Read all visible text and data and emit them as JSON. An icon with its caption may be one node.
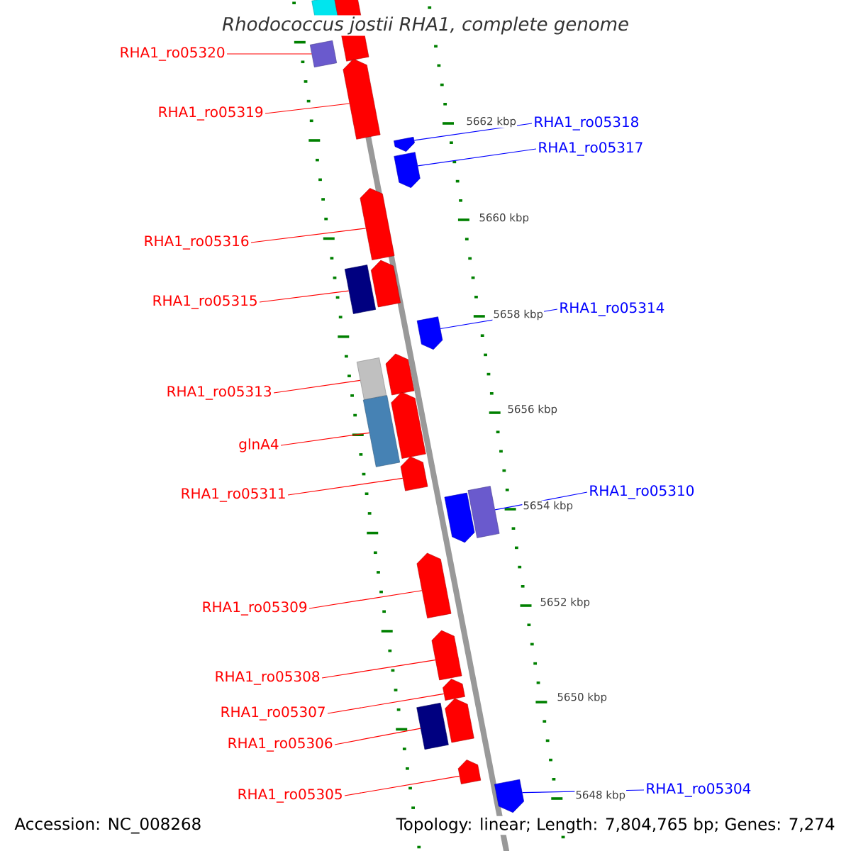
{
  "diagram": {
    "title": "Rhodococcus jostii RHA1, complete genome",
    "nodes": [
      {
        "text": [
          "RHA1_ro05320"
        ]
      },
      {
        "text": [
          "RHA1_ro05319"
        ]
      },
      {
        "text": [
          "RHA1_ro05316"
        ]
      },
      {
        "text": [
          "RHA1_ro05315"
        ]
      },
      {
        "text": [
          "RHA1_ro05313"
        ]
      },
      {
        "text": [
          "glnA4"
        ]
      },
      {
        "text": [
          "RHA1_ro05311"
        ]
      },
      {
        "text": [
          "RHA1_ro05309"
        ]
      },
      {
        "text": [
          "RHA1_ro05308"
        ]
      },
      {
        "text": [
          "RHA1_ro05307"
        ]
      },
      {
        "text": [
          "RHA1_ro05306"
        ]
      },
      {
        "text": [
          "RHA1_ro05305"
        ]
      },
      {
        "text": [
          "RHA1_ro05318"
        ]
      },
      {
        "text": [
          "RHA1_ro05317"
        ]
      },
      {
        "text": [
          "RHA1_ro05314"
        ]
      },
      {
        "text": [
          "RHA1_ro05310"
        ]
      },
      {
        "text": [
          "RHA1_ro05304"
        ]
      },
      {
        "text": [],
        "shape": "box"
      },
      {
        "text": [],
        "shape": "box"
      },
      {
        "text": [],
        "shape": "box"
      },
      {
        "text": [],
        "shape": "pentagon"
      },
      {
        "text": [],
        "shape": "pentagon"
      },
      {
        "text": [],
        "shape": "pentagon"
      },
      {
        "text": [],
        "shape": "pentagon"
      },
      {
        "text": [],
        "shape": "box"
      },
      {
        "text": [],
        "shape": "pentagon"
      },
      {
        "text": [],
        "shape": "pentagon"
      },
      {
        "text": [],
        "shape": "box"
      },
      {
        "text": [],
        "shape": "pentagon"
      },
      {
        "text": [],
        "shape": "box"
      },
      {
        "text": [],
        "shape": "pentagon"
      },
      {
        "text": [],
        "shape": "pentagon"
      },
      {
        "text": [],
        "shape": "pentagon"
      },
      {
        "text": [],
        "shape": "box"
      },
      {
        "text": [],
        "shape": "pentagon"
      },
      {
        "text": [],
        "shape": "pentagon"
      },
      {
        "text": [],
        "shape": "pentagon"
      },
      {
        "text": [],
        "shape": "box"
      },
      {
        "text": [],
        "shape": "pentagon"
      },
      {
        "text": [],
        "shape": "pentagon"
      },
      {
        "text": [],
        "shape": "pentagon"
      }
    ],
    "edges": [
      {
        "from": 0,
        "to": 19,
        "arrow": "none"
      },
      {
        "from": 1,
        "to": 20,
        "arrow": "none"
      },
      {
        "from": 2,
        "to": 23,
        "arrow": "none"
      },
      {
        "from": 3,
        "to": 24,
        "arrow": "none"
      },
      {
        "from": 4,
        "to": 27,
        "arrow": "none"
      },
      {
        "from": 5,
        "to": 29,
        "arrow": "none"
      },
      {
        "from": 6,
        "to": 31,
        "arrow": "none"
      },
      {
        "from": 7,
        "to": 34,
        "arrow": "none"
      },
      {
        "from": 8,
        "to": 35,
        "arrow": "none"
      },
      {
        "from": 9,
        "to": 36,
        "arrow": "none"
      },
      {
        "from": 10,
        "to": 37,
        "arrow": "none"
      },
      {
        "from": 11,
        "to": 39,
        "arrow": "none"
      },
      {
        "from": 12,
        "to": 21,
        "arrow": "none",
        "color": "#0000ff"
      },
      {
        "from": 13,
        "to": 22,
        "arrow": "none",
        "color": "#0000ff"
      },
      {
        "from": 14,
        "to": 26,
        "arrow": "none",
        "color": "#0000ff"
      },
      {
        "from": 15,
        "to": 33,
        "arrow": "none",
        "color": "#0000ff"
      },
      {
        "from": 16,
        "to": 40,
        "arrow": "none",
        "color": "#0000ff"
      }
    ],
    "labels": [
      "5662 kbp",
      "5660 kbp",
      "5658 kbp",
      "5656 kbp",
      "5654 kbp",
      "5652 kbp",
      "5650 kbp",
      "5648 kbp",
      "Accession: NC_008268",
      "Topology: linear; Length: 7,804,765 bp; Genes: 7,274"
    ]
  }
}
